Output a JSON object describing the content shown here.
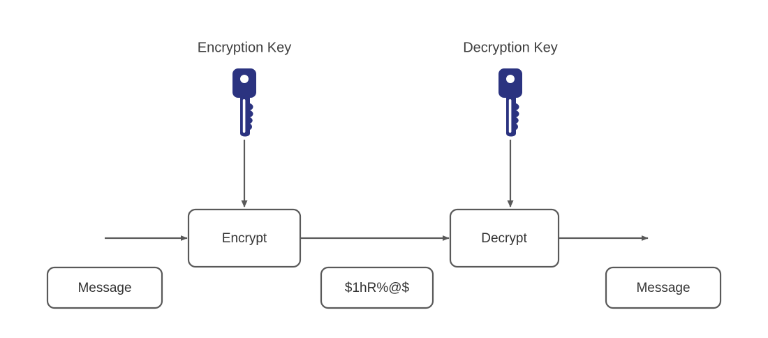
{
  "diagram": {
    "title": "Symmetric / Asymmetric Encryption Flow",
    "background_color": "#ffffff",
    "stroke_color": "#595959",
    "text_color": "#333333",
    "key_color": "#2b3380"
  },
  "captions": {
    "encryption_key": "Encryption Key",
    "decryption_key": "Decryption Key"
  },
  "process_boxes": {
    "encrypt": "Encrypt",
    "decrypt": "Decrypt"
  },
  "data_boxes": {
    "plaintext_in": "Message",
    "ciphertext": "$1hR%@$",
    "plaintext_out": "Message"
  },
  "icons": {
    "encryption_key_icon": "key-icon",
    "decryption_key_icon": "key-icon"
  },
  "connectors": {
    "input_arrow": "arrow-right",
    "encrypt_to_decrypt_arrow": "arrow-right",
    "output_arrow": "arrow-right",
    "encryption_key_arrow": "arrow-down",
    "decryption_key_arrow": "arrow-down"
  }
}
